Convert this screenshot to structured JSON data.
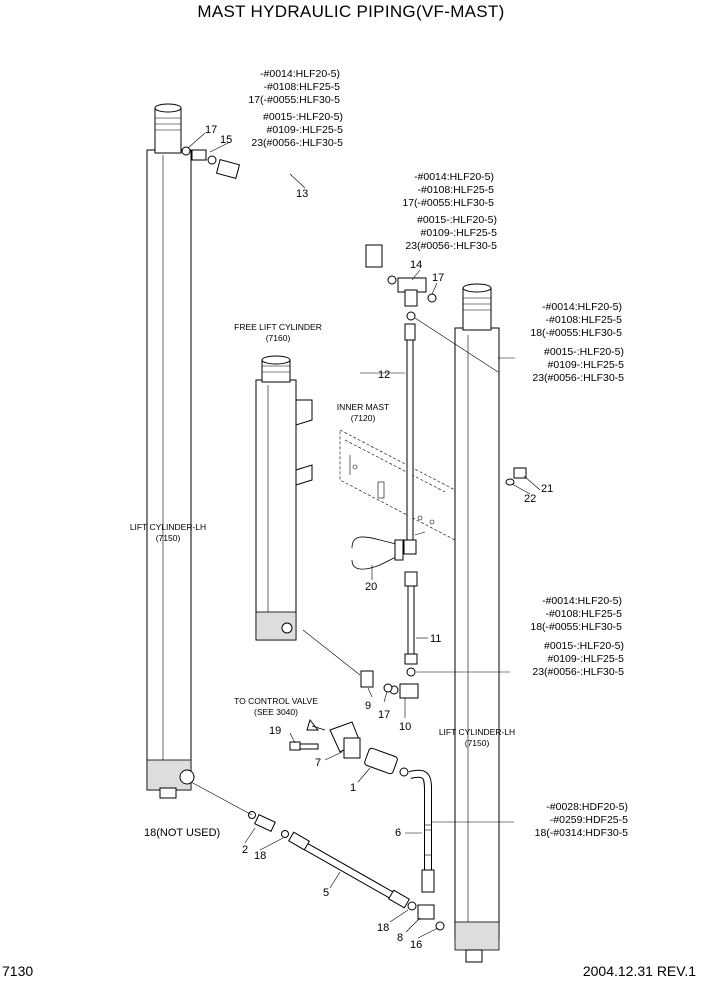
{
  "title": "MAST HYDRAULIC PIPING(VF-MAST)",
  "page_number": "7130",
  "date_rev": "2004.12.31  REV.1",
  "labels": {
    "free_lift_cylinder": "FREE LIFT CYLINDER",
    "free_lift_cylinder_code": "(7160)",
    "inner_mast": "INNER MAST",
    "inner_mast_code": "(7120)",
    "lift_cylinder_left": "LIFT CYLINDER-LH",
    "lift_cylinder_left_code": "(7150)",
    "lift_cylinder_right": "LIFT CYLINDER-LH",
    "lift_cylinder_right_code": "(7150)",
    "to_control_valve": "TO CONTROL VALVE",
    "to_control_valve_ref": "(SEE 3040)",
    "not_used": "18(NOT USED)"
  },
  "notes": {
    "top_a": [
      "-#0014:HLF20-5)",
      "-#0108:HLF25-5",
      "17(-#0055:HLF30-5"
    ],
    "top_b": [
      "#0015-:HLF20-5)",
      "#0109-:HLF25-5",
      "23(#0056-:HLF30-5"
    ],
    "mid_a": [
      "-#0014:HLF20-5)",
      "-#0108:HLF25-5",
      "17(-#0055:HLF30-5"
    ],
    "mid_b": [
      "#0015-:HLF20-5)",
      "#0109-:HLF25-5",
      "23(#0056-:HLF30-5"
    ],
    "right_a": [
      "-#0014:HLF20-5)",
      "-#0108:HLF25-5",
      "18(-#0055:HLF30-5"
    ],
    "right_b": [
      "#0015-:HLF20-5)",
      "#0109-:HLF25-5",
      "23(#0056-:HLF30-5"
    ],
    "low_a": [
      "-#0014:HLF20-5)",
      "-#0108:HLF25-5",
      "18(-#0055:HLF30-5"
    ],
    "low_b": [
      "#0015-:HLF20-5)",
      "#0109-:HLF25-5",
      "23(#0056-:HLF30-5"
    ],
    "bottom": [
      "-#0028:HDF20-5)",
      "-#0259:HDF25-5",
      "18(-#0314:HDF30-5"
    ]
  },
  "callouts": {
    "c17a": "17",
    "c15": "15",
    "c13": "13",
    "c14": "14",
    "c17b": "17",
    "c12": "12",
    "c21": "21",
    "c22": "22",
    "c20": "20",
    "c11": "11",
    "c9": "9",
    "c17c": "17",
    "c10": "10",
    "c19": "19",
    "c7": "7",
    "c1": "1",
    "c6": "6",
    "c2": "2",
    "c18a": "18",
    "c5": "5",
    "c18b": "18",
    "c8": "8",
    "c16": "16"
  }
}
